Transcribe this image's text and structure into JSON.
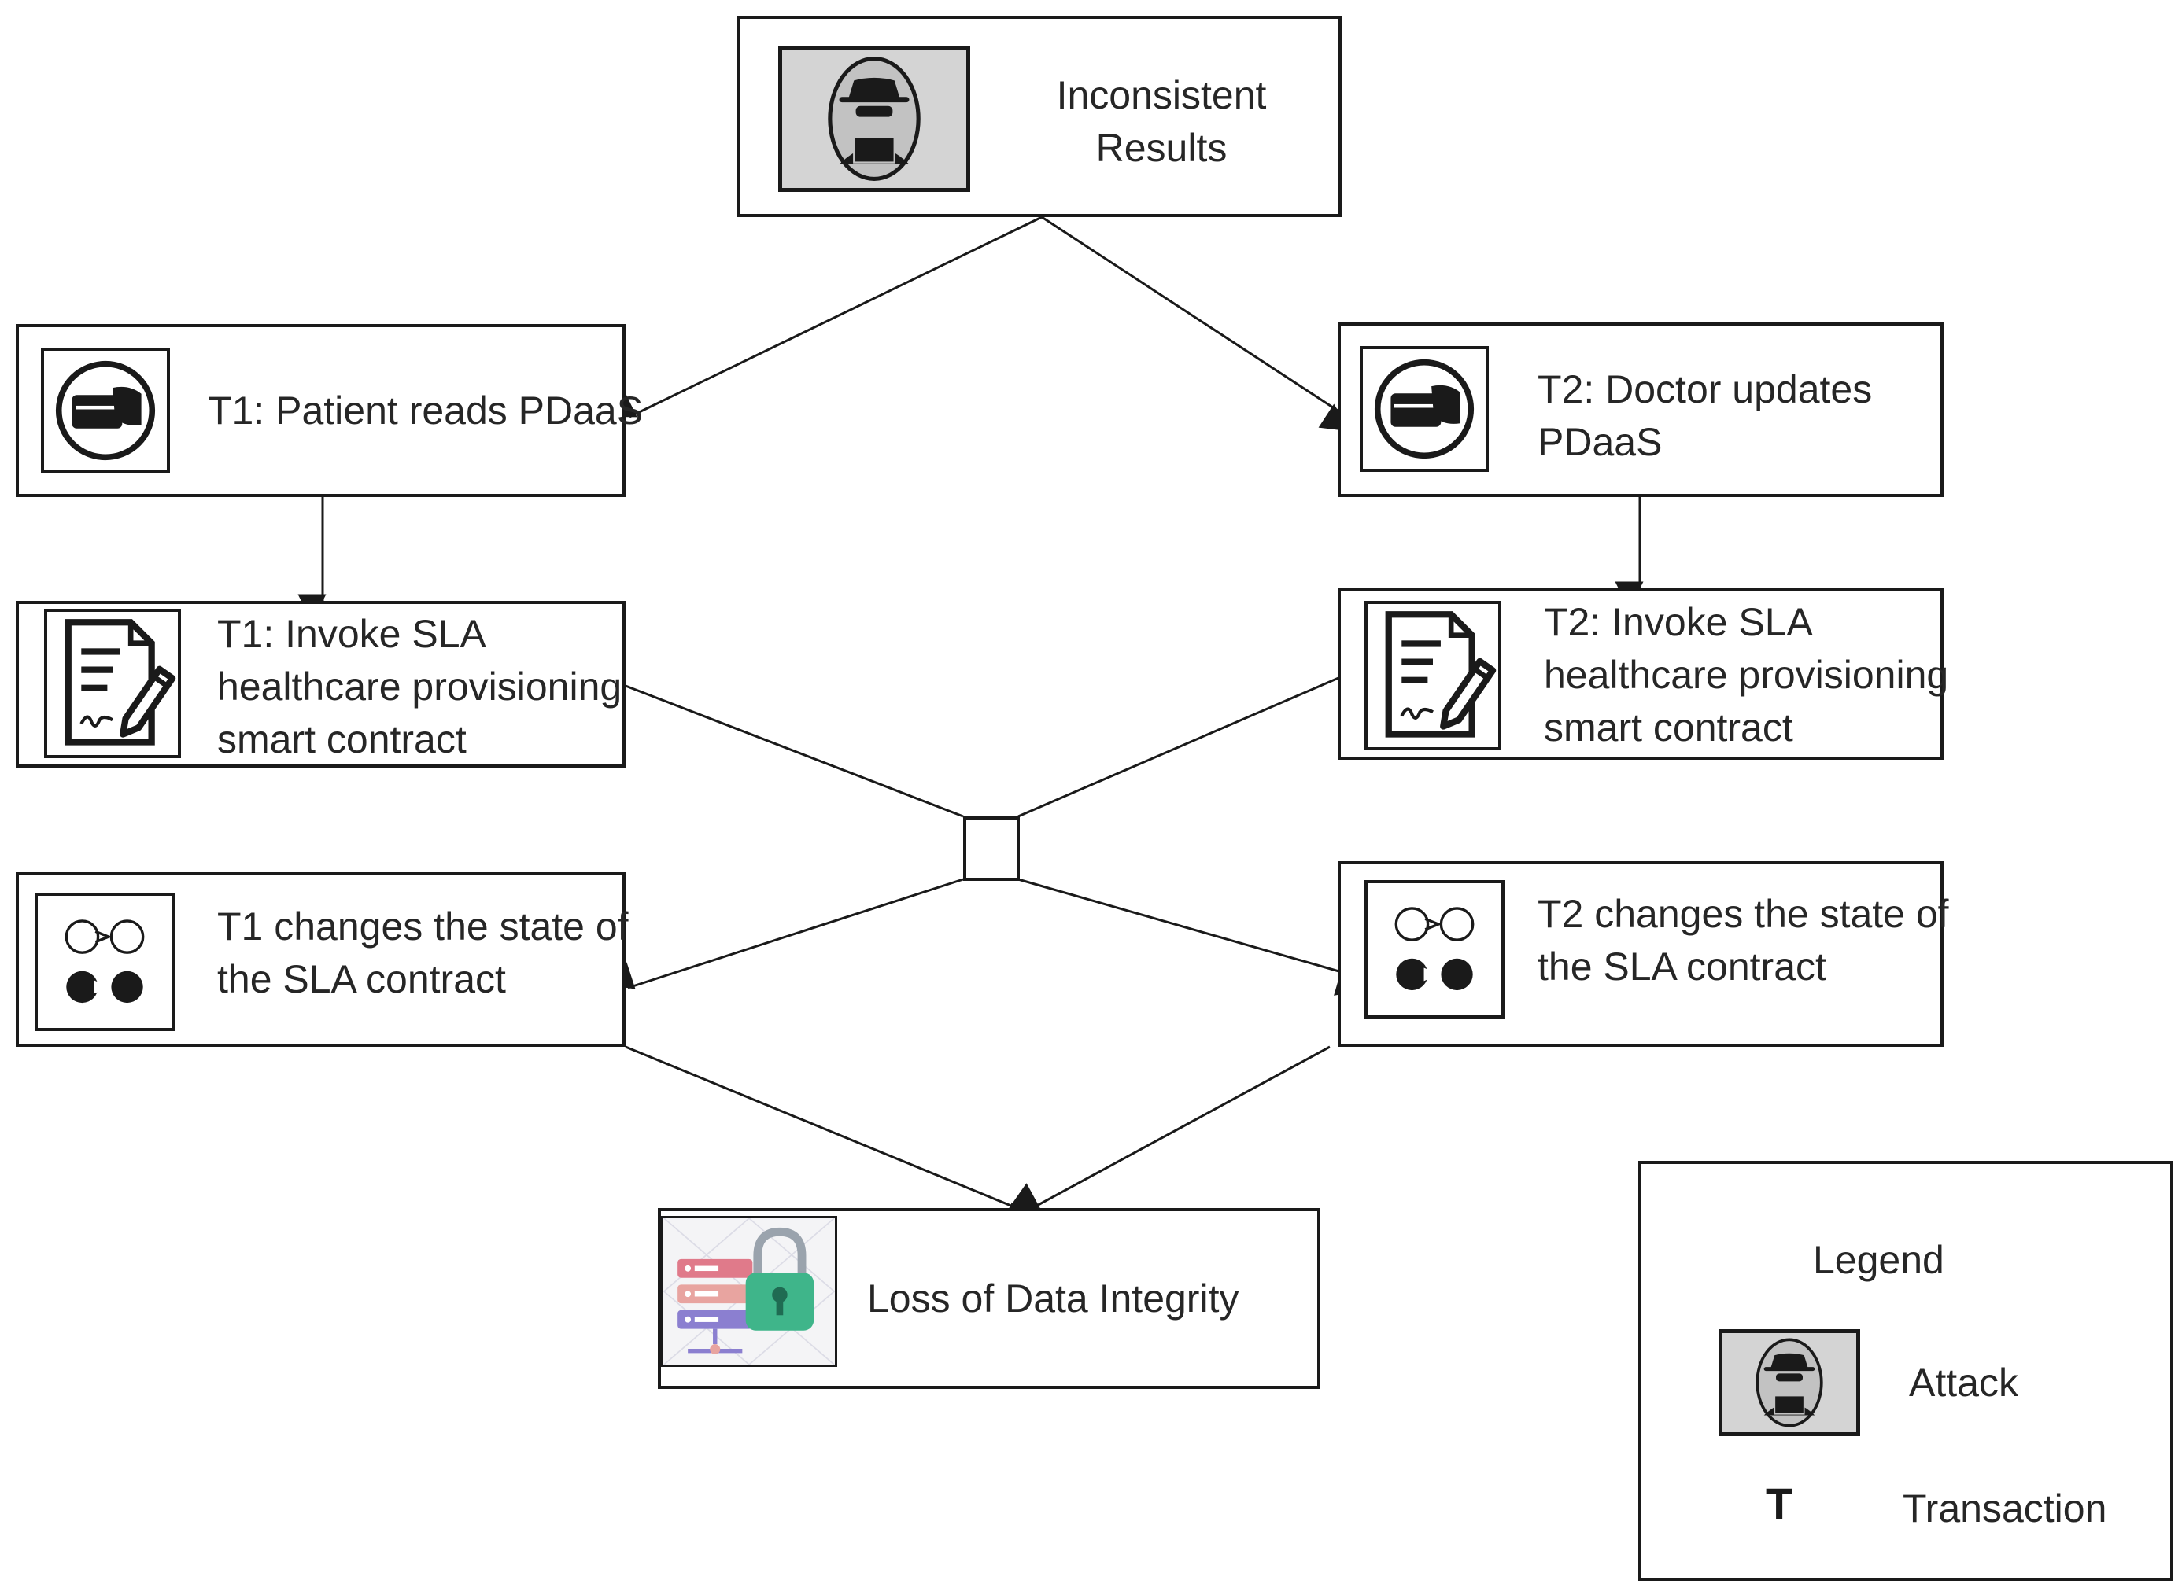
{
  "nodes": {
    "attack_root": {
      "lines": [
        "Inconsistent",
        "Results"
      ],
      "icon": "hacker-icon"
    },
    "t1_read": {
      "lines": [
        "T1: Patient reads PDaaS"
      ],
      "icon": "card-hand-icon"
    },
    "t2_update": {
      "lines": [
        "T2: Doctor updates",
        "PDaaS"
      ],
      "icon": "card-hand-icon"
    },
    "t1_invoke": {
      "lines": [
        "T1: Invoke SLA",
        "healthcare provisioning",
        "smart contract"
      ],
      "icon": "contract-sign-icon"
    },
    "t2_invoke": {
      "lines": [
        "T2: Invoke SLA",
        "healthcare provisioning",
        "smart contract"
      ],
      "icon": "contract-sign-icon"
    },
    "t1_state": {
      "lines": [
        "T1 changes the state of",
        "the SLA contract"
      ],
      "icon": "state-change-icon"
    },
    "t2_state": {
      "lines": [
        "T2 changes the state of",
        "the SLA contract"
      ],
      "icon": "state-change-icon"
    },
    "loss": {
      "lines": [
        "Loss of Data Integrity"
      ],
      "icon": "server-lock-icon"
    }
  },
  "legend": {
    "title": "Legend",
    "attack_label": "Attack",
    "transaction_symbol": "T",
    "transaction_label": "Transaction"
  },
  "colors": {
    "line": "#1a1a1a",
    "text": "#262626",
    "lock": "#3fb58a",
    "server_red": "#e07a8a",
    "server_purple": "#8b7fd0",
    "hacker_bg": "#c9c9c9"
  }
}
